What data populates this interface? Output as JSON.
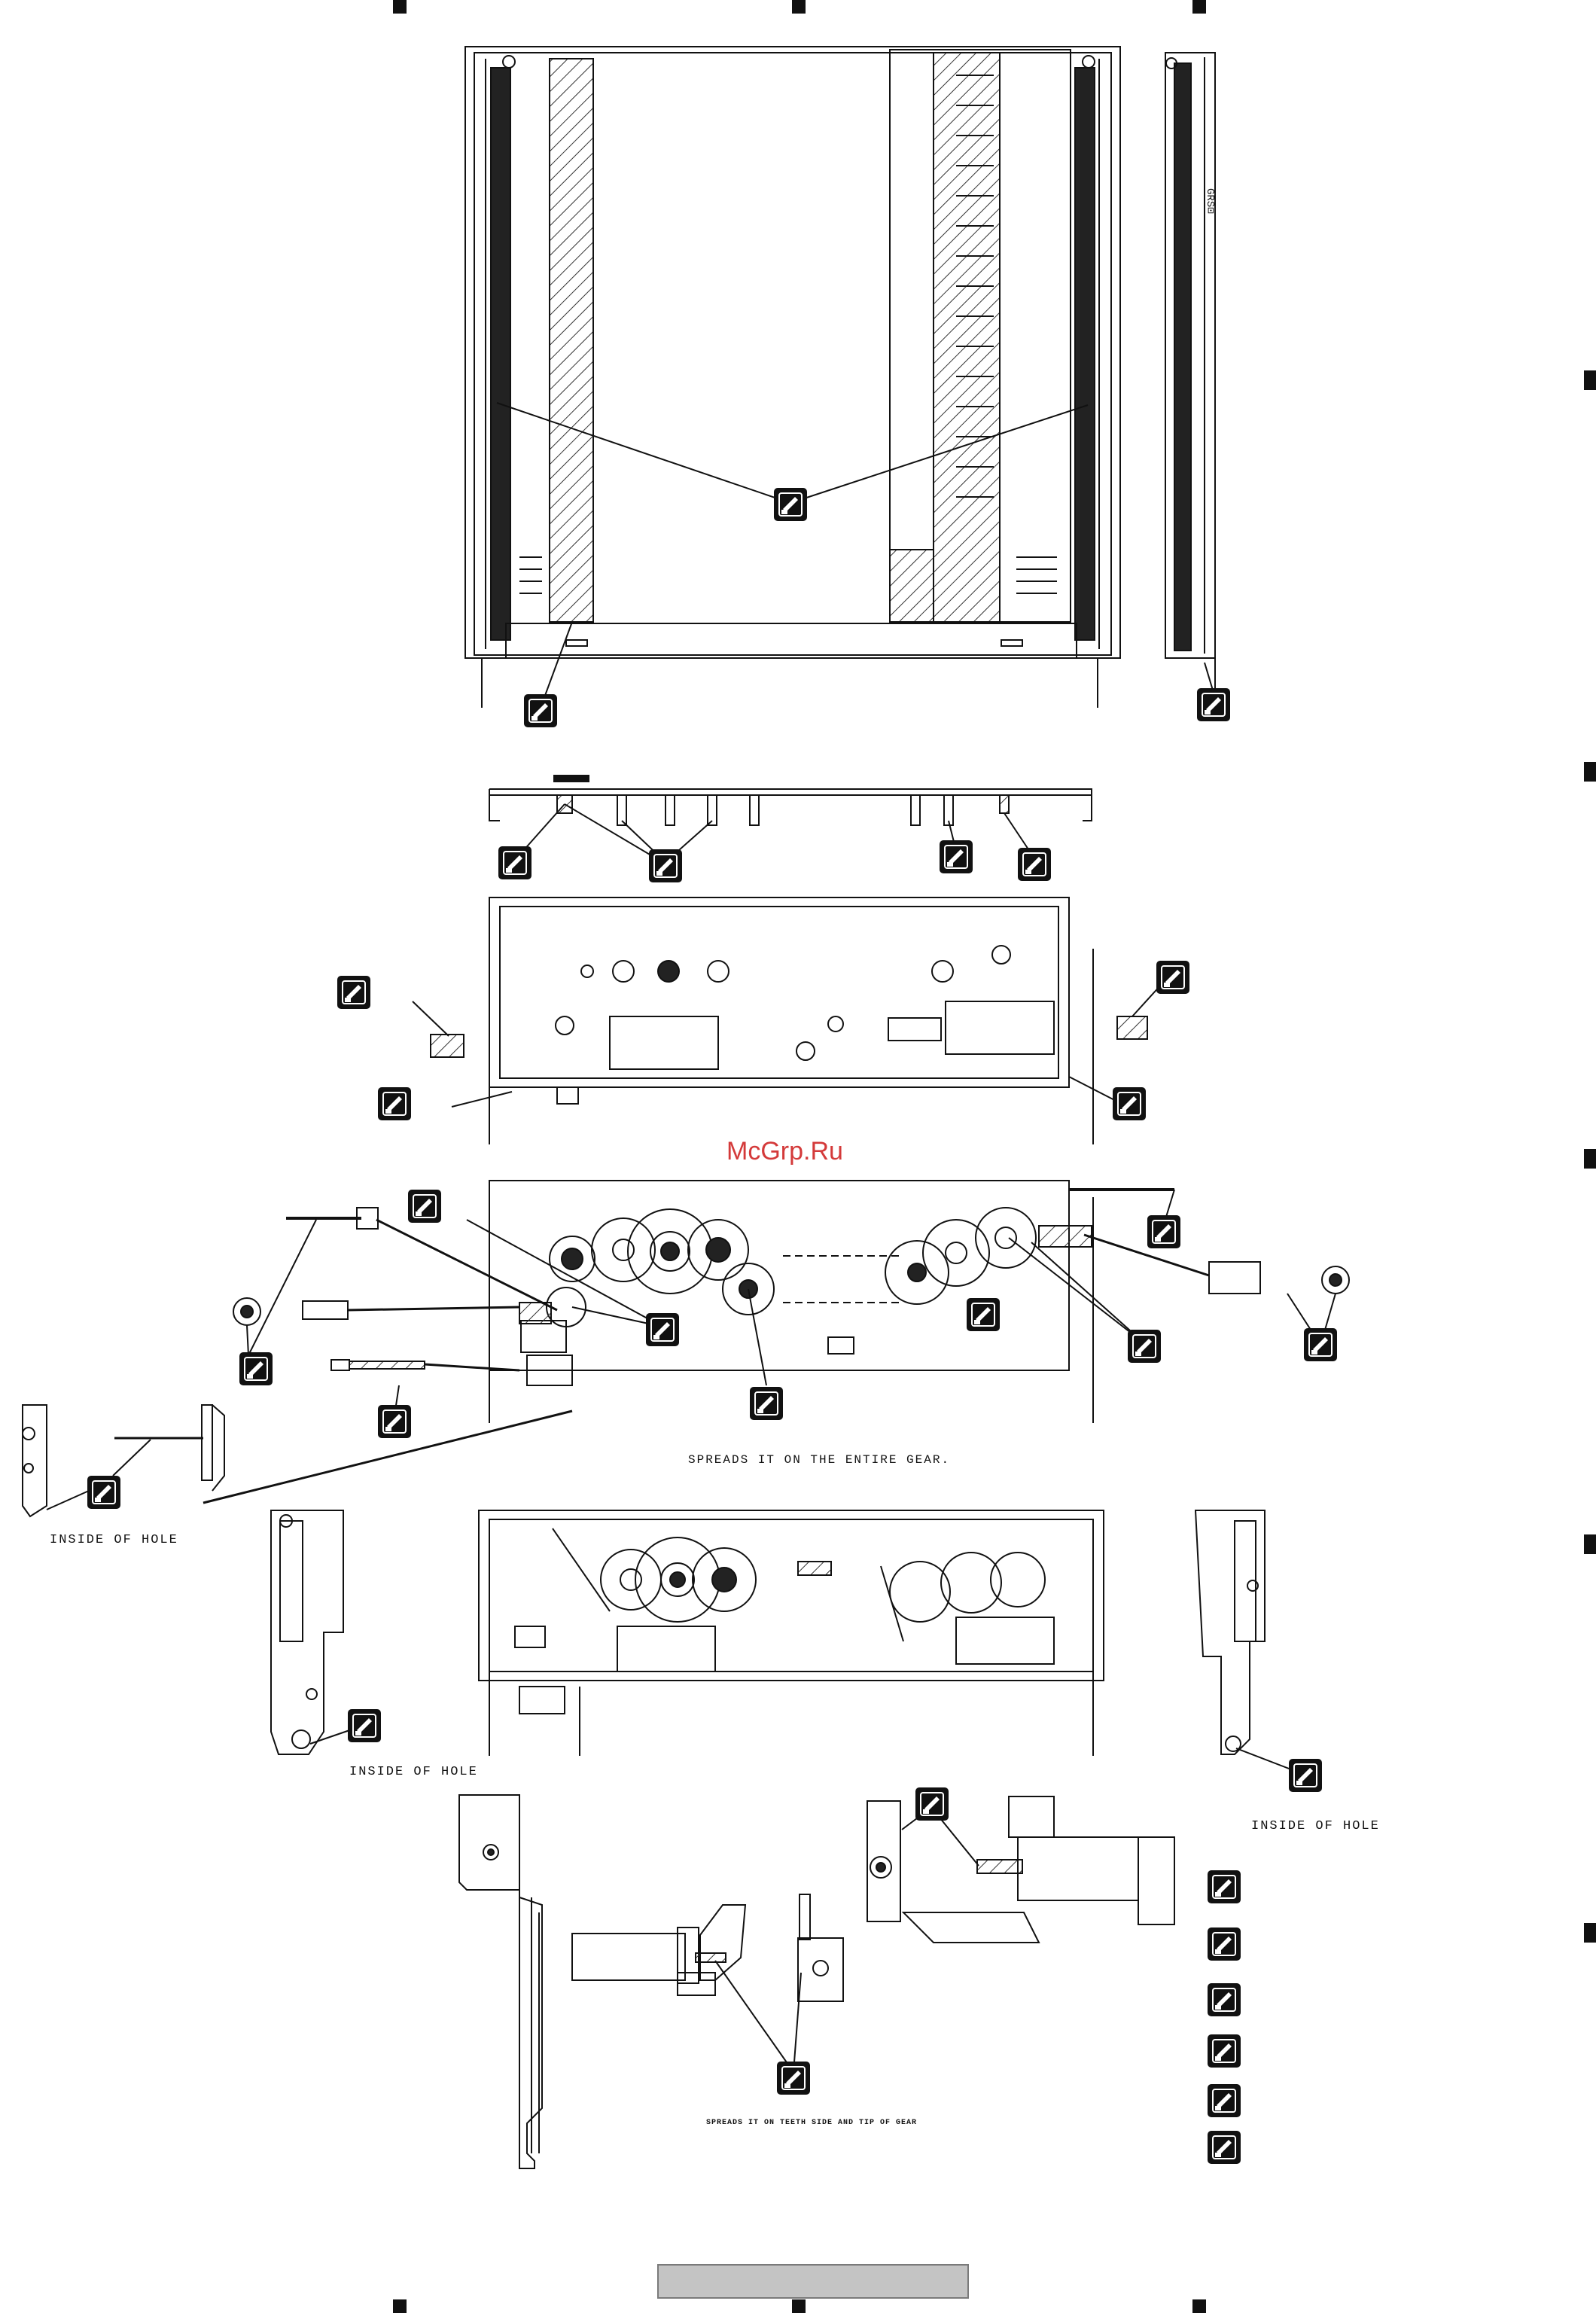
{
  "watermark": "McGrp.Ru",
  "notes": {
    "spreads_entire_gear": "SPREADS IT ON THE ENTIRE GEAR.",
    "inside_of_hole_1": "INSIDE OF HOLE",
    "inside_of_hole_2": "INSIDE OF HOLE",
    "inside_of_hole_3": "INSIDE OF HOLE",
    "spreads_teeth_side": "SPREADS IT ON TEETH SIDE AND TIP OF GEAR"
  },
  "side_bracket_marking": "GRS⊡",
  "legend_count": 6,
  "colors": {
    "line": "#111111",
    "hatch": "#444444",
    "watermark": "#d43a3a",
    "footer_bar": "#c4c4c4"
  },
  "icons": {
    "grease": "grease-application-icon"
  }
}
